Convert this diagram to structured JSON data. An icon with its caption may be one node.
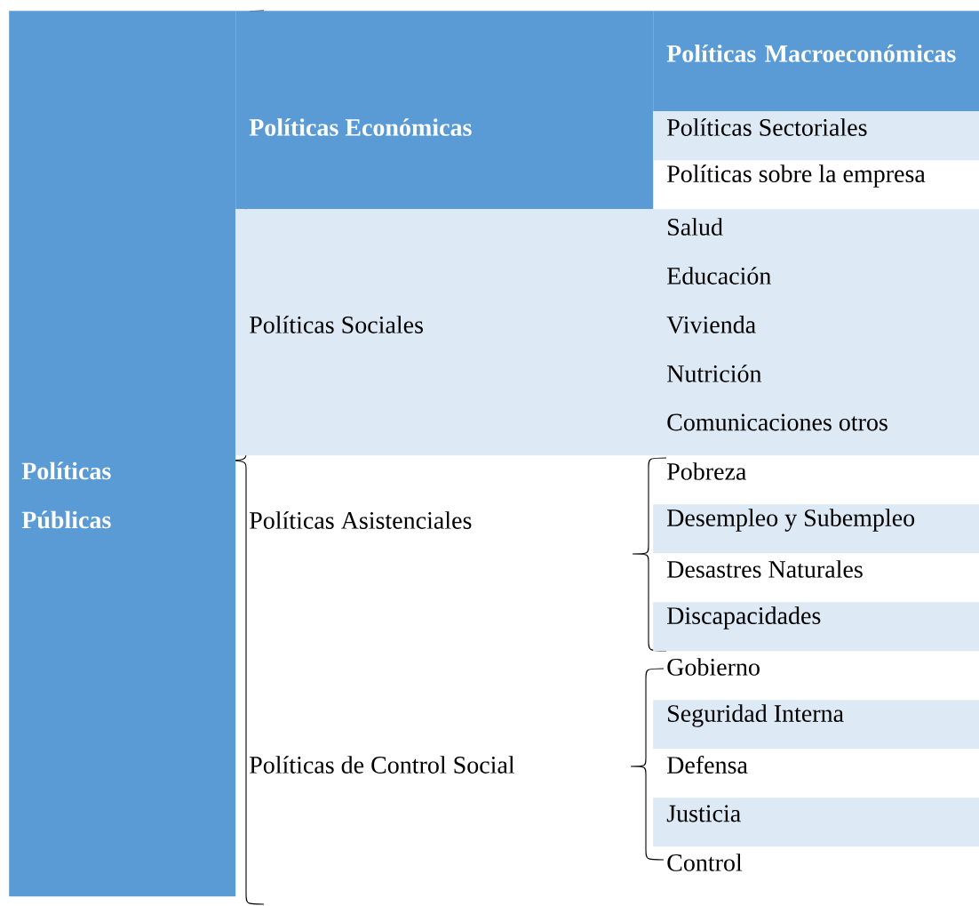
{
  "diagram": {
    "nodes": [
      {
        "text": [
          "Políticas Públicas"
        ]
      },
      {
        "text": [
          "Políticas Económicas"
        ]
      },
      {
        "text": [
          "Políticas Macroeconómicas"
        ]
      },
      {
        "text": [
          "Políticas Sectoriales"
        ]
      },
      {
        "text": [
          "Políticas Sociales",
          "Salud",
          "Educación",
          "Vivienda",
          "Nutrición",
          "Comunicaciones otros"
        ]
      },
      {
        "text": [
          "Desempleo y Subempleo"
        ]
      },
      {
        "text": [
          "Discapacidades"
        ]
      },
      {
        "text": [
          "Seguridad Interna"
        ]
      },
      {
        "text": [
          "Justicia"
        ]
      }
    ],
    "edges": [],
    "labels": [
      "Políticas sobre la empresa",
      "Políticas Asistenciales",
      "Pobreza",
      "Desastres Naturales",
      "Políticas de Control Social",
      "Gobierno",
      "Defensa",
      "Control"
    ]
  }
}
